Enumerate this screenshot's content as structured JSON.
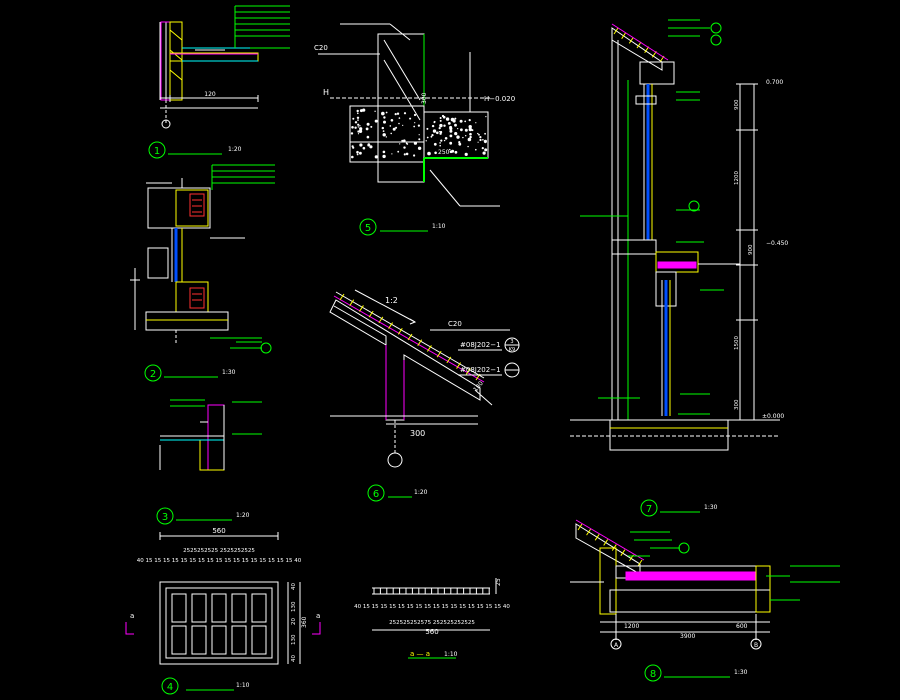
{
  "colors": {
    "background": "#000000",
    "line_white": "#ffffff",
    "line_yellow": "#ffff00",
    "line_green": "#00ff00",
    "line_cyan": "#00ffff",
    "line_blue": "#0050ff",
    "line_magenta": "#ff00ff",
    "line_red": "#ff3030"
  },
  "details": [
    {
      "num": "1",
      "title": "",
      "scale": "1:20"
    },
    {
      "num": "2",
      "title": "",
      "scale": "1:30"
    },
    {
      "num": "3",
      "title": "",
      "scale": "1:20"
    },
    {
      "num": "4",
      "title": "",
      "scale": "1:10"
    },
    {
      "num": "5",
      "title": "",
      "scale": "1:10"
    },
    {
      "num": "6",
      "title": "",
      "scale": "1:20"
    },
    {
      "num": "7",
      "title": "",
      "scale": "1:30"
    },
    {
      "num": "8",
      "title": "",
      "scale": "1:30"
    }
  ],
  "section_aa": {
    "title": "a — a",
    "scale": "1:10"
  },
  "d1": {
    "dim_1": "120"
  },
  "d5": {
    "mark_h": "H",
    "level": "H−0.020",
    "dim_300": "300",
    "dim_250": "250",
    "label_c20": "C20"
  },
  "d6": {
    "slope": "1:2",
    "spec": "C20",
    "ref_1": "#08J202−1",
    "ref_2": "#08J202−1",
    "circle_top": "3",
    "circle_bottom": "K9",
    "dim_300": "300",
    "dim_180": "180"
  },
  "d7": {
    "level_top": "0.700",
    "level_bottom": "±0.000",
    "dims": [
      "900",
      "1200",
      "900",
      "1500",
      "300"
    ],
    "level_mid": "−0.450"
  },
  "d4": {
    "width_total": "560",
    "top_row_1": "2525252525 2525252525",
    "top_row_2": "40 15 15 15 15 15 15 15 15 15 15 15 15 15 15 15 15 15 40",
    "height_total": "360",
    "side_dims": [
      "40",
      "130",
      "20",
      "130",
      "40"
    ],
    "cut_mark": "a"
  },
  "aa": {
    "row_1": "40 15 15 15 15 15 15 15 15 15 15 15 15 15 15 15 15 40",
    "row_2": "252525252575 252525252525",
    "total": "560",
    "side": "25"
  },
  "d8": {
    "dim_left": "1200",
    "dim_mid": "3900",
    "dim_right": "600",
    "grid_a": "A",
    "grid_b": "B"
  }
}
